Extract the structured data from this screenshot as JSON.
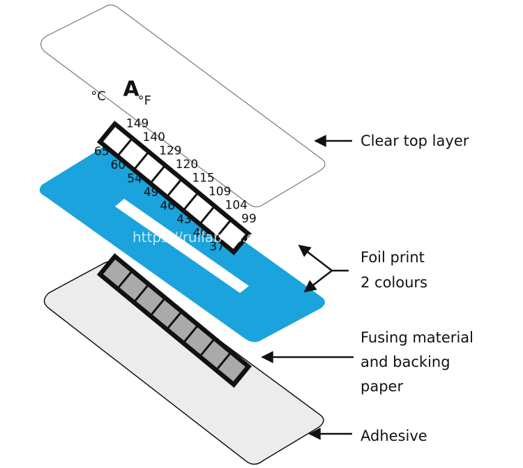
{
  "colors": {
    "foil": "#1aa3dc",
    "ink": "#111111",
    "adhesive": "#ececec",
    "cell_fill": "#aaaaaa"
  },
  "indicator": {
    "grade": "A",
    "celsius_unit": "°C",
    "fahrenheit_unit": "°F"
  },
  "celsius_values": [
    "65",
    "60",
    "54",
    "49",
    "46",
    "43",
    "40",
    "37"
  ],
  "fahrenheit_values": [
    "149",
    "140",
    "129",
    "120",
    "115",
    "109",
    "104",
    "99"
  ],
  "labels": {
    "clear_top_layer": "Clear top layer",
    "foil_print_line1": "Foil print",
    "foil_print_line2": "2 colours",
    "fusing_line1": "Fusing material",
    "fusing_line2": "and backing",
    "fusing_line3": "paper",
    "adhesive": "Adhesive"
  },
  "watermark": "https://ruilabels.en.china.cn/"
}
